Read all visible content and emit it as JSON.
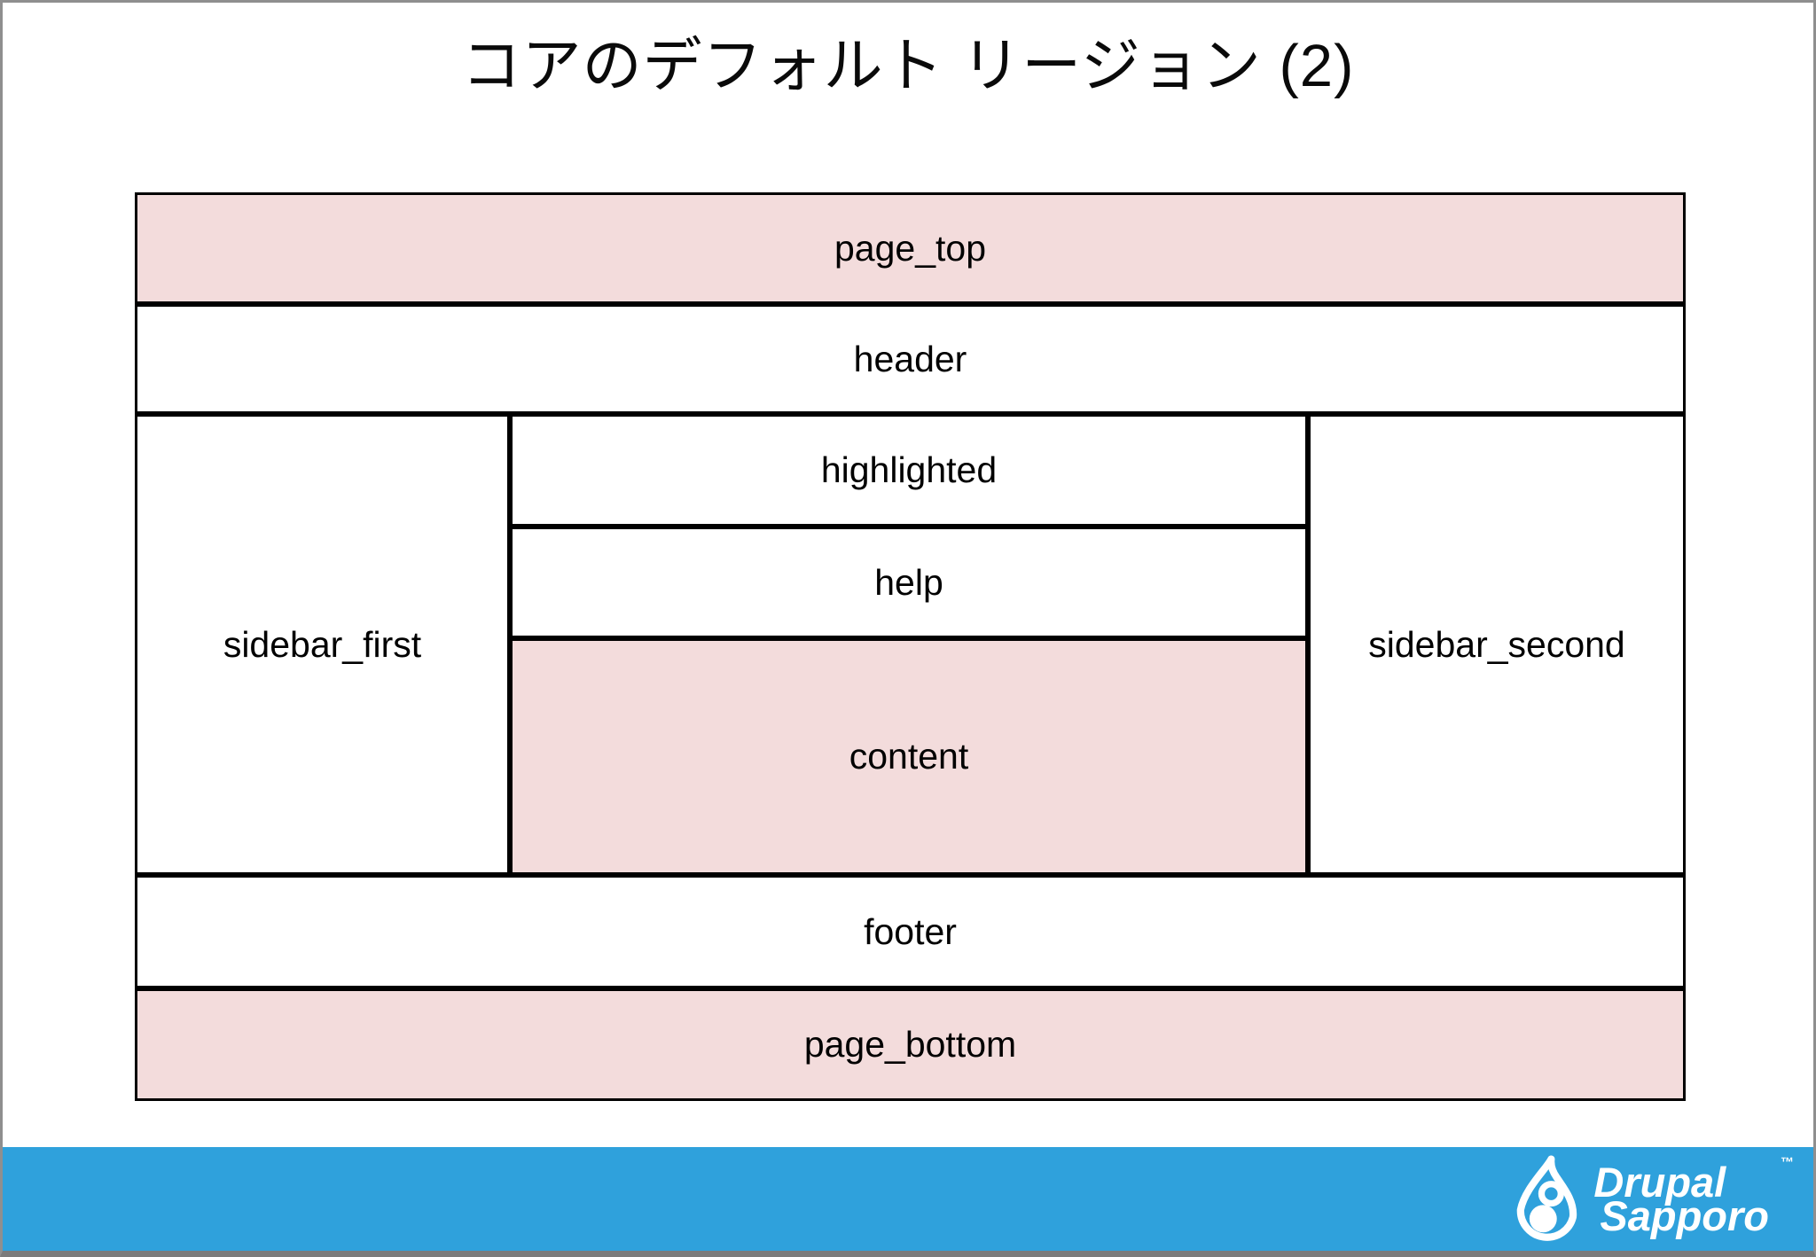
{
  "slide": {
    "title": "コアのデフォルト リージョン (2)"
  },
  "diagram": {
    "regions": {
      "page_top": {
        "label": "page_top",
        "fill": "pink"
      },
      "header": {
        "label": "header",
        "fill": "white"
      },
      "sidebar_first": {
        "label": "sidebar_first",
        "fill": "white"
      },
      "highlighted": {
        "label": "highlighted",
        "fill": "white"
      },
      "help": {
        "label": "help",
        "fill": "white"
      },
      "content": {
        "label": "content",
        "fill": "pink"
      },
      "sidebar_second": {
        "label": "sidebar_second",
        "fill": "white"
      },
      "footer": {
        "label": "footer",
        "fill": "white"
      },
      "page_bottom": {
        "label": "page_bottom",
        "fill": "pink"
      }
    }
  },
  "footer_bar": {
    "brand_line1": "Drupal",
    "brand_line2": "Sapporo",
    "trademark": "™",
    "logo_icon": "drupal-droplet-icon"
  },
  "colors": {
    "region_pink": "#f3dcdc",
    "region_white": "#ffffff",
    "region_border": "#000000",
    "bar_blue": "#2fa1dc",
    "slide_border_gray": "#8f8f8f",
    "title_text": "#0a0a0a",
    "brand_text": "#ffffff"
  }
}
